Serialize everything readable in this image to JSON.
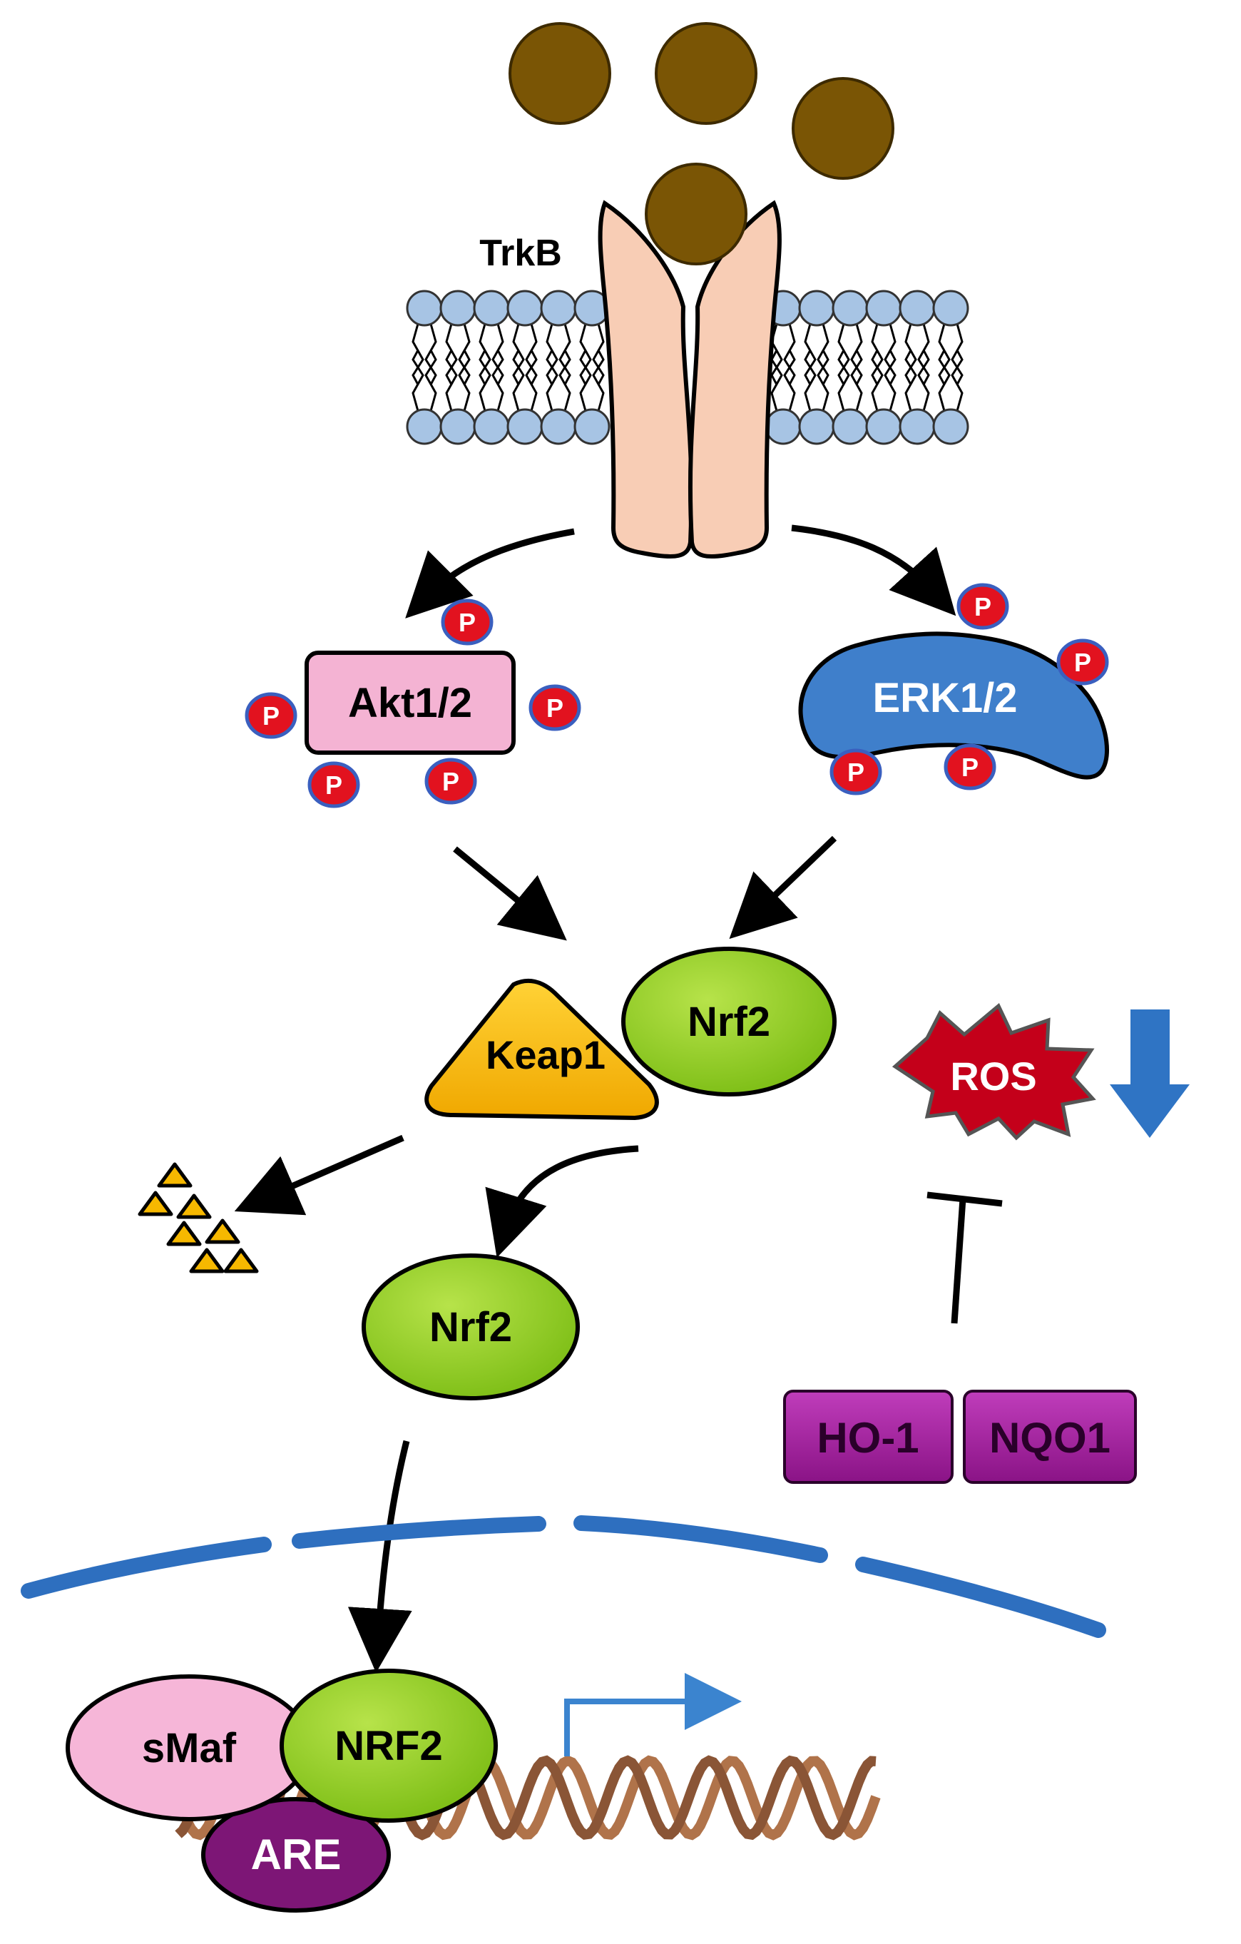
{
  "labels": {
    "receptor": "TrkB",
    "akt": "Akt1/2",
    "erk": "ERK1/2",
    "phospho": "P",
    "keap1": "Keap1",
    "nrf2_complex": "Nrf2",
    "nrf2_free": "Nrf2",
    "ros": "ROS",
    "ho1": "HO-1",
    "nqo1": "NQO1",
    "smaf": "sMaf",
    "nrf2_nuclear": "NRF2",
    "are": "ARE"
  },
  "colors": {
    "ligand": "#7a5505",
    "lipid_head": "#a7c4e4",
    "receptor": "#f8cdb5",
    "akt": "#f4b3d3",
    "erk": "#3f7fcb",
    "phospho": "#e2121f",
    "keap1": "#f6b800",
    "nrf2": "#8ccc1f",
    "ros": "#c4001a",
    "down_arrow": "#2f74c4",
    "enzyme": "#a11a9c",
    "smaf": "#f6b6d8",
    "are": "#7d1676",
    "nuclear_envelope": "#2e6fbf",
    "dna": "#b0734a",
    "transcription_arrow": "#3b84cf"
  },
  "icons": {
    "ligand": "ligand-circle-icon",
    "degraded_keap1": "degraded-fragment-icon",
    "ros_reduced": "down-arrow-icon",
    "inhibition": "inhibition-bar-icon",
    "transcription": "bent-arrow-icon"
  }
}
